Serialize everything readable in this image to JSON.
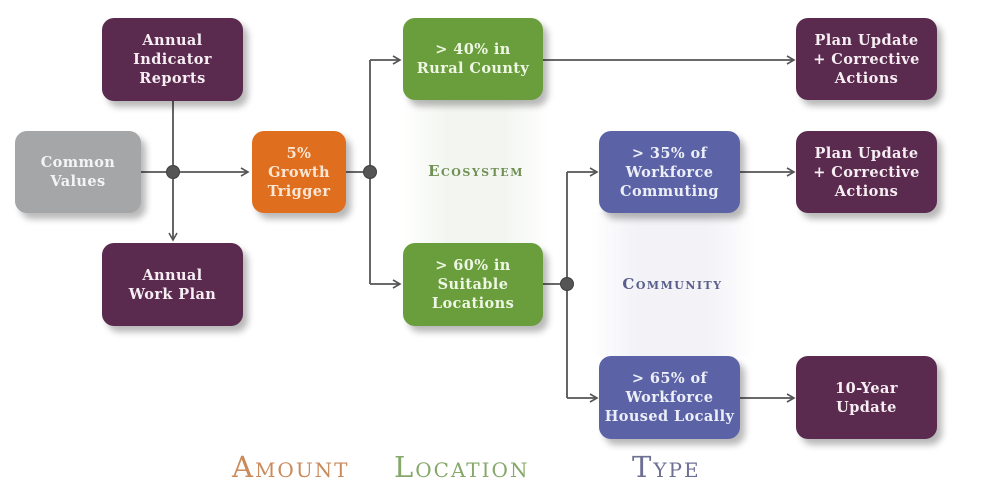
{
  "diagram": {
    "nodes": {
      "annual_indicator_reports": "Annual\nIndicator\nReports",
      "common_values": "Common\nValues",
      "annual_work_plan": "Annual\nWork Plan",
      "growth_trigger": "5%\nGrowth\nTrigger",
      "rural_county": "> 40% in\nRural County",
      "suitable_locations": "> 60% in\nSuitable\nLocations",
      "workforce_commuting": "> 35% of\nWorkforce\nCommuting",
      "workforce_housed": "> 65% of\nWorkforce\nHoused Locally",
      "plan_update_1": "Plan Update\n+ Corrective\nActions",
      "plan_update_2": "Plan Update\n+ Corrective\nActions",
      "ten_year_update": "10-Year\nUpdate"
    },
    "group_labels": {
      "ecosystem": "Ecosystem",
      "community": "Community"
    },
    "legend": {
      "amount": "Amount",
      "location": "Location",
      "type": "Type"
    },
    "edges": [
      [
        "common_values",
        "growth_trigger"
      ],
      [
        "annual_indicator_reports",
        "annual_work_plan"
      ],
      [
        "growth_trigger",
        "rural_county"
      ],
      [
        "growth_trigger",
        "suitable_locations"
      ],
      [
        "rural_county",
        "plan_update_1"
      ],
      [
        "suitable_locations",
        "workforce_commuting"
      ],
      [
        "suitable_locations",
        "workforce_housed"
      ],
      [
        "workforce_commuting",
        "plan_update_2"
      ],
      [
        "workforce_housed",
        "ten_year_update"
      ]
    ],
    "colors": {
      "purple": "#5a2a4f",
      "gray": "#a4a6a8",
      "orange": "#df6f1e",
      "green": "#6a9d3b",
      "blue": "#5b63a6",
      "amount_text": "#c98a5c",
      "location_text": "#86a86a",
      "type_text": "#6d6f94"
    }
  }
}
